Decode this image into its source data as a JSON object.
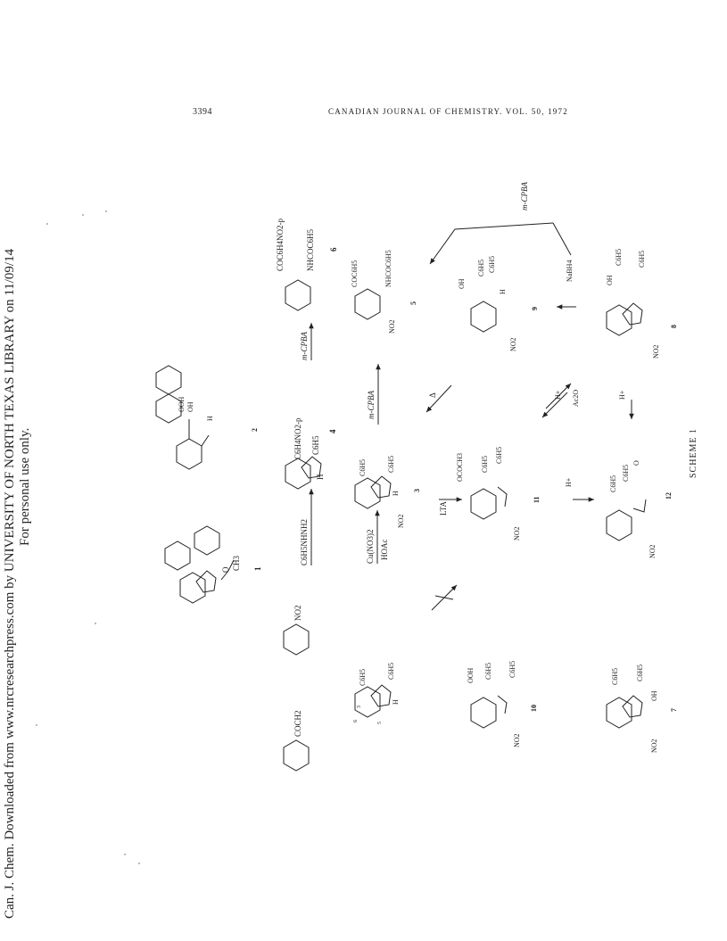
{
  "header": {
    "page_number": "3394",
    "journal": "CANADIAN JOURNAL OF CHEMISTRY. VOL. 50, 1972"
  },
  "watermark": {
    "download_notice": "Can. J. Chem. Downloaded from www.nrcresearchpress.com by UNIVERSITY OF NORTH TEXAS LIBRARY on 11/09/14",
    "personal_use": "For personal use only."
  },
  "scheme": {
    "caption": "SCHEME 1",
    "compounds": {
      "c1": "1",
      "c2": "2",
      "c3": "3",
      "c4": "4",
      "c5": "5",
      "c6": "6",
      "c7": "7",
      "c8": "8",
      "c9": "9",
      "c10": "10",
      "c11": "11",
      "c12": "12"
    },
    "reagents": {
      "phenylhydrazine": "C6H5NHNH2",
      "nitration_top": "Cu(NO3)2",
      "nitration_bottom": "HOAc",
      "mcpba_top": "m-CPBA",
      "mcpba_middle": "m-CPBA",
      "mcpba_bridge": "m-CPBA",
      "lta": "LTA",
      "heat": "Δ",
      "acid_11_12": "H+",
      "acid_eq_top": "H+",
      "acid_eq_bottom": "Ac2O",
      "acid_8_12": "H+",
      "nabh4": "NaBH4"
    },
    "substituents": {
      "phenyl": "C6H5",
      "nitro": "NO2",
      "hydroxy": "OH",
      "hydroperoxy": "OOH",
      "acetoxy": "OCOCH3",
      "methyl": "CH3",
      "amide_h": "H",
      "benzoyl": "COC6H5",
      "benzamido": "NHCOC6H5",
      "nitrobenzoyl": "COC6H4NO2-p",
      "nitrophenyl_sub": "C6H4NO2-p",
      "benzyl_ketone": "COCH2",
      "n_hydroxy": "OH",
      "carbonyl_o": "O"
    },
    "ring_labels": {
      "pos3": "3",
      "pos5": "5",
      "pos6": "6"
    }
  }
}
